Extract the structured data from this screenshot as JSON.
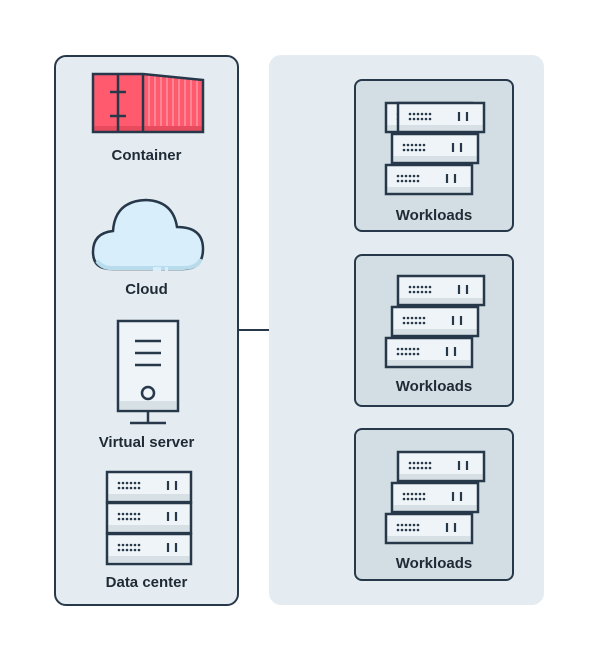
{
  "diagram": {
    "sources": [
      {
        "label": "Container",
        "icon": "shipping-container-icon"
      },
      {
        "label": "Cloud",
        "icon": "cloud-icon"
      },
      {
        "label": "Virtual server",
        "icon": "virtual-server-icon"
      },
      {
        "label": "Data center",
        "icon": "server-rack-icon"
      }
    ],
    "targets": [
      {
        "label": "Workloads",
        "icon": "server-stack-icon"
      },
      {
        "label": "Workloads",
        "icon": "server-stack-icon"
      },
      {
        "label": "Workloads",
        "icon": "server-stack-icon"
      }
    ],
    "colors": {
      "stroke": "#27384a",
      "panel": "#e4ecf1",
      "box": "#d2dee3",
      "container": "#ff5a6e",
      "cloud": "#d8eefa"
    }
  }
}
